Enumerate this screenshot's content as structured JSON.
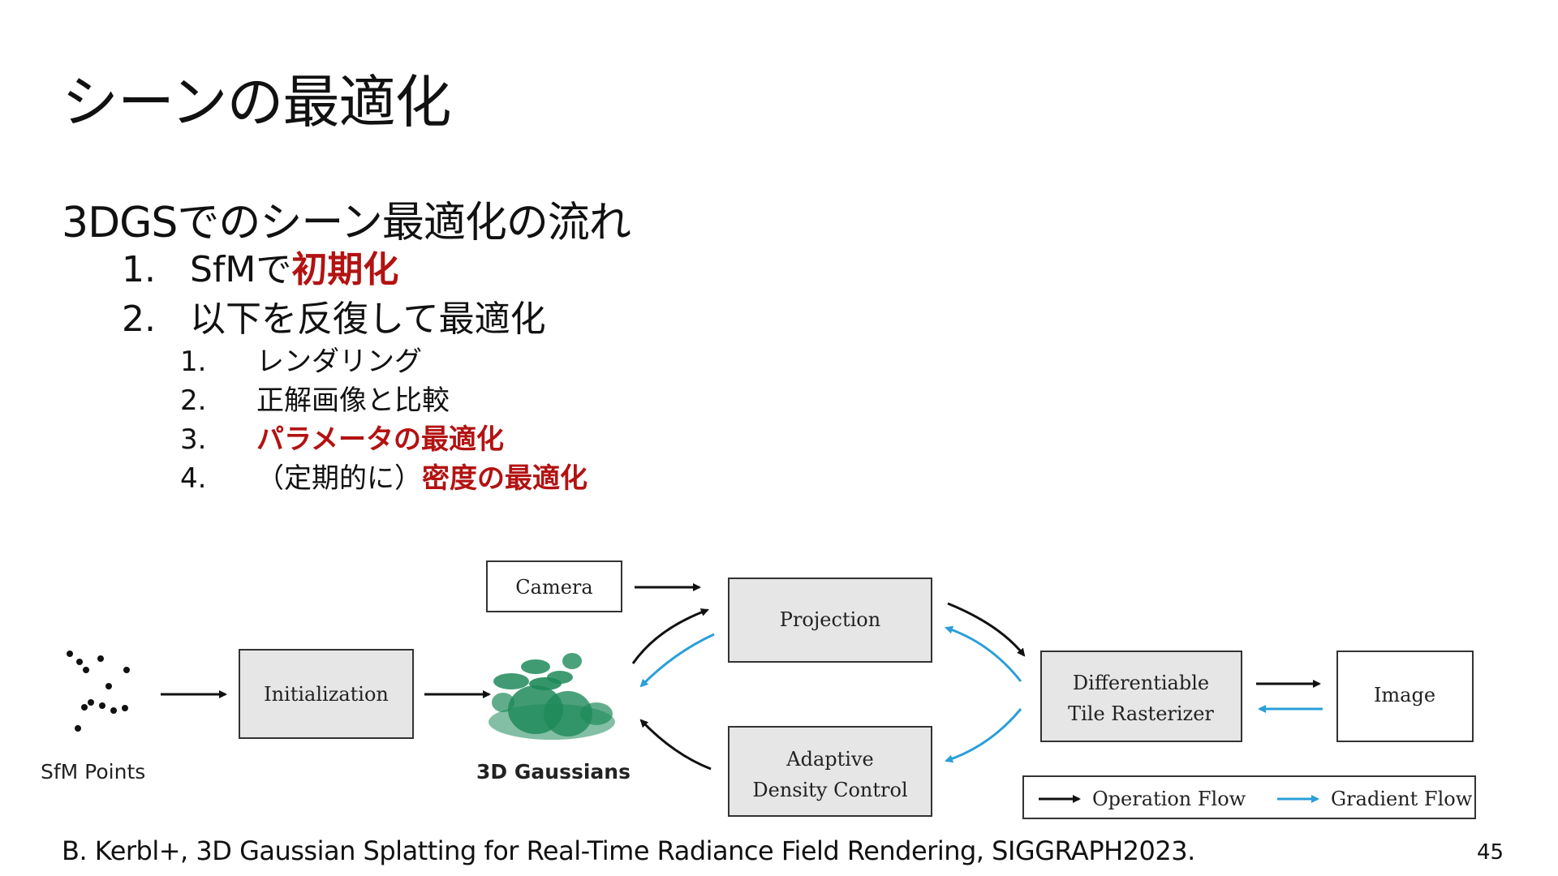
{
  "slide": {
    "title": "シーンの最適化",
    "subtitle": "3DGSでのシーン最適化の流れ",
    "steps": [
      {
        "num": "1.",
        "text": "SfMで",
        "highlight": "初期化"
      },
      {
        "num": "2.",
        "text": "以下を反復して最適化",
        "highlight": ""
      }
    ],
    "substeps": [
      {
        "num": "1.",
        "prefix": "レンダリング",
        "highlight": ""
      },
      {
        "num": "2.",
        "prefix": "正解画像と比較",
        "highlight": ""
      },
      {
        "num": "3.",
        "prefix": "",
        "highlight": "パラメータの最適化"
      },
      {
        "num": "4.",
        "prefix": "（定期的に）",
        "highlight": "密度の最適化"
      }
    ],
    "citation": "B. Kerbl+, 3D Gaussian Splatting for Real-Time Radiance Field Rendering, SIGGRAPH2023.",
    "page_number": "45"
  },
  "figure": {
    "sfm_points_label": "SfM Points",
    "initialization": "Initialization",
    "gaussians_label": "3D Gaussians",
    "camera": "Camera",
    "projection": "Projection",
    "adaptive_line1": "Adaptive",
    "adaptive_line2": "Density Control",
    "rasterizer_line1": "Differentiable",
    "rasterizer_line2": "Tile Rasterizer",
    "image": "Image",
    "legend_operation": "Operation Flow",
    "legend_gradient": "Gradient Flow"
  },
  "colors": {
    "highlight_red": "#b31212",
    "gradient_blue": "#2a9fd8",
    "box_fill": "#e6e6e6",
    "gaussian_green": "#1e8a5a"
  }
}
